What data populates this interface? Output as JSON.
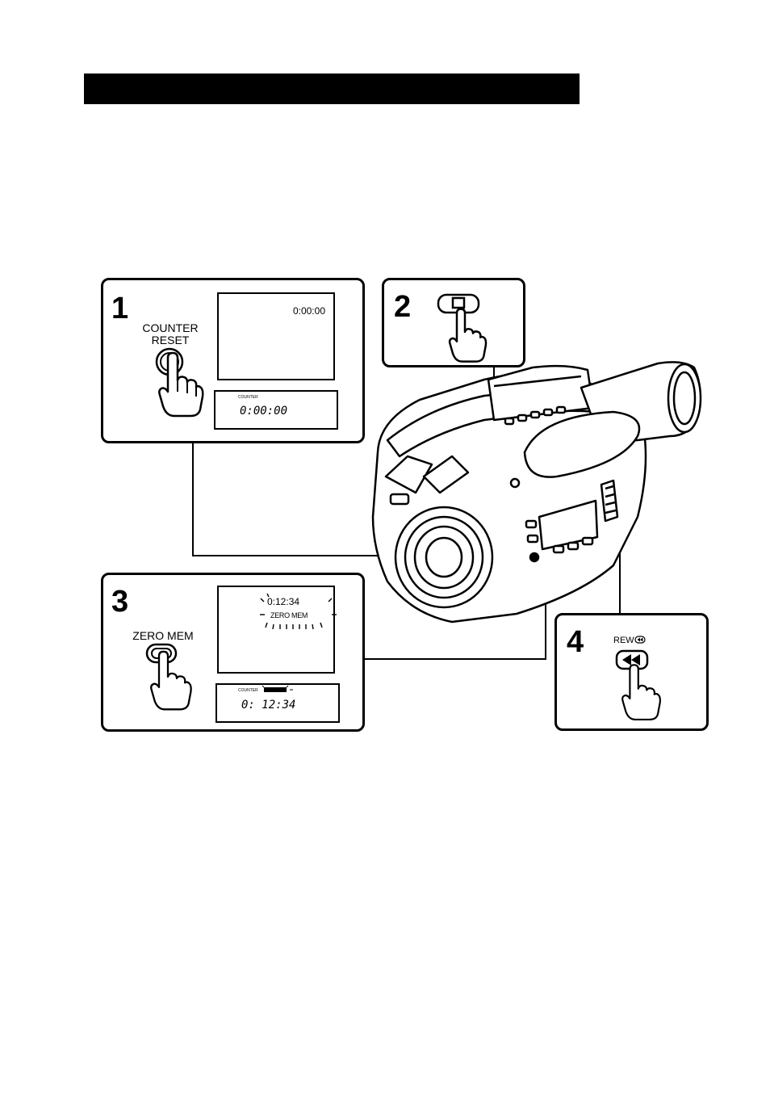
{
  "header": {
    "bar_color": "#000000"
  },
  "steps": [
    {
      "number": "1",
      "button_label_line1": "COUNTER",
      "button_label_line2": "RESET",
      "screen_counter": "0:00:00",
      "lcd_tag": "COUNTER",
      "lcd_counter": "0:00:00"
    },
    {
      "number": "2"
    },
    {
      "number": "3",
      "button_label": "ZERO MEM",
      "screen_counter": "0:12:34",
      "screen_indicator": "ZERO MEM",
      "lcd_tag": "COUNTER",
      "lcd_counter": "0: 12:34"
    },
    {
      "number": "4",
      "button_label": "REW"
    }
  ],
  "icons": [
    "hand-pointer-icon",
    "stop-icon",
    "rewind-icon"
  ]
}
